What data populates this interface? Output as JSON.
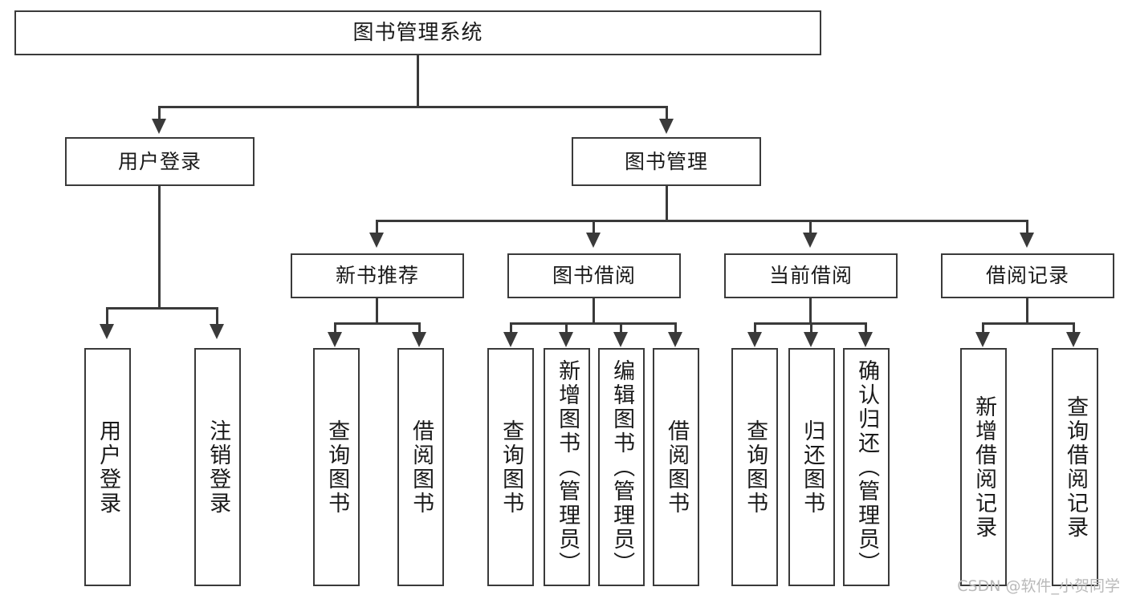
{
  "diagram": {
    "title": "图书管理系统",
    "type": "tree",
    "watermark": "CSDN @软件_小贺同学",
    "colors": {
      "background": "#ffffff",
      "box_border": "#3a3a3a",
      "box_fill": "#ffffff",
      "connector": "#3a3a3a",
      "text": "#1a1a1a",
      "watermark": "#b9b9b9"
    },
    "root": {
      "label": "图书管理系统"
    },
    "level2": [
      {
        "label": "用户登录"
      },
      {
        "label": "图书管理"
      }
    ],
    "level3": [
      {
        "label": "新书推荐"
      },
      {
        "label": "图书借阅"
      },
      {
        "label": "当前借阅"
      },
      {
        "label": "借阅记录"
      }
    ],
    "leaves": {
      "user_login": [
        {
          "label": "用户登录"
        },
        {
          "label": "注销登录"
        }
      ],
      "new_book": [
        {
          "label": "查询图书"
        },
        {
          "label": "借阅图书"
        }
      ],
      "book_borrow": [
        {
          "label": "查询图书"
        },
        {
          "label": "新增图书（管理员）"
        },
        {
          "label": "编辑图书（管理员）"
        },
        {
          "label": "借阅图书"
        }
      ],
      "current_borrow": [
        {
          "label": "查询图书"
        },
        {
          "label": "归还图书"
        },
        {
          "label": "确认归还（管理员）"
        }
      ],
      "borrow_record": [
        {
          "label": "新增借阅记录"
        },
        {
          "label": "查询借阅记录"
        }
      ]
    }
  }
}
